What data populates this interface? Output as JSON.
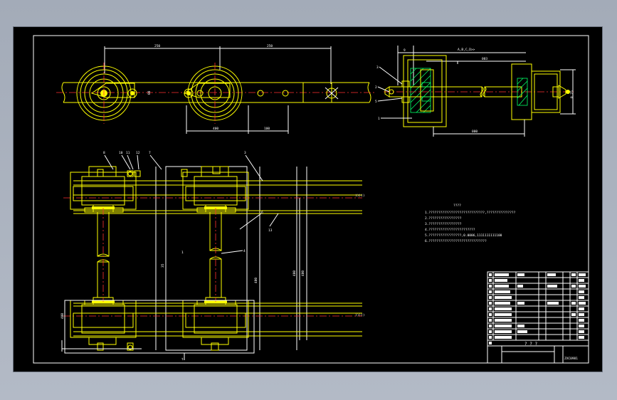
{
  "section_label": "A,B,C,D>>",
  "notes": {
    "title": "????",
    "lines": [
      "1.?????????????????????????????,???????????????",
      "2.?????????????????",
      "3.?????????????????",
      "4.????????????????????????",
      "5.?????????????????,0.0006,1111111111100",
      "6.??????????????????????????????"
    ]
  },
  "title_block": {
    "drawing_name": "? ? ?",
    "drawing_number": "ZXC0981"
  },
  "colors": {
    "background": "#000000",
    "geometry": "#ffff00",
    "annotation": "#ffffff",
    "section": "#ff3030",
    "hatch": "#00ff66"
  }
}
